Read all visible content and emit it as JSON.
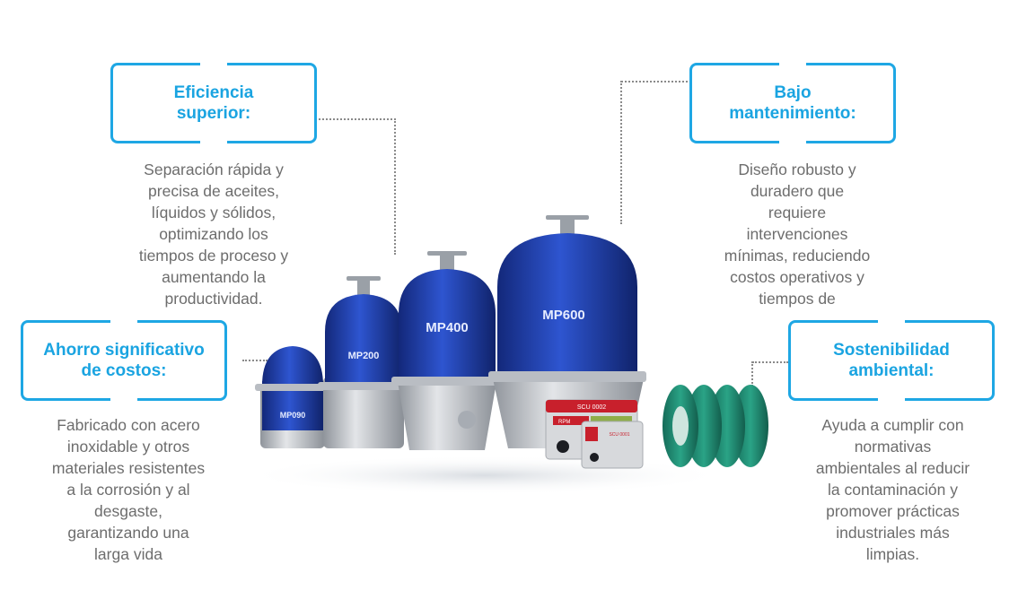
{
  "features": [
    {
      "title": "Eficiencia\nsuperior:",
      "description": "Separación rápida y\nprecisa de aceites,\nlíquidos y sólidos,\noptimizando los\ntiempos de proceso y\naumentando la\nproductividad."
    },
    {
      "title": "Bajo\nmantenimiento:",
      "description": "Diseño robusto y\nduradero que\nrequiere\nintervenciones\nmínimas, reduciendo\ncostos operativos y\ntiempos de"
    },
    {
      "title": "Ahorro significativo\nde costos:",
      "description": "Fabricado con acero\ninoxidable y otros\nmateriales resistentes\na la corrosión y al\ndesgaste,\ngarantizando una\nlarga vida"
    },
    {
      "title": "Sostenibilidad\nambiental:",
      "description": "Ayuda a cumplir con\nnormativas\nambientales al reducir\nla contaminación y\npromover prácticas\nindustriales más\nlimpias."
    }
  ],
  "products": {
    "labels": [
      "MP090",
      "MP200",
      "MP400",
      "MP600"
    ],
    "controller_display": "SCU 0002",
    "controller_rpm": "RPM",
    "controller_small_label": "SCU 0001"
  },
  "colors": {
    "accent": "#1ea7e4",
    "tank_blue": "#1f3fb0",
    "steel": "#c9ccd1",
    "disc_green": "#1f8f75",
    "controller_red": "#c8202c"
  }
}
